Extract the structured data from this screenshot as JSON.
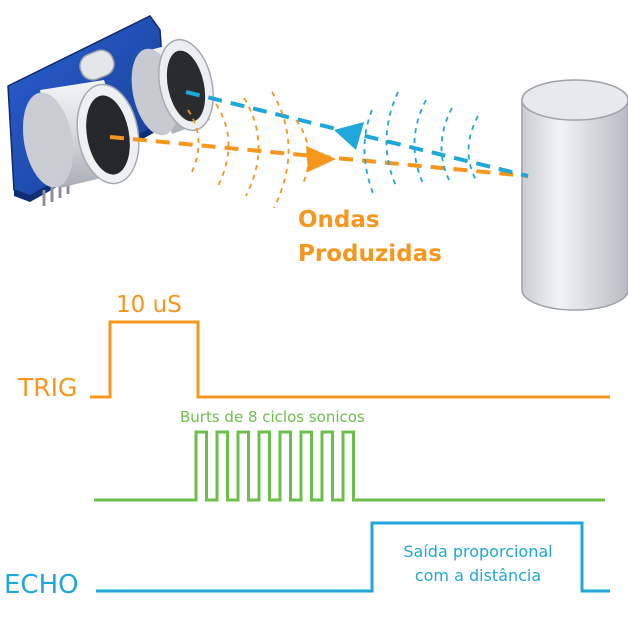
{
  "illustration": {
    "waves_label_line1": "Ondas",
    "waves_label_line2": "Produzidas",
    "colors": {
      "board": "#1f4fb5",
      "transducer": "#d6d9df",
      "emitted_wave": "#f5961e",
      "reflected_wave": "#1ea7d8",
      "obstacle": "#dde0e5"
    }
  },
  "timing": {
    "trig": {
      "label": "TRIG",
      "pulse_label": "10 uS",
      "color": "#f5961e"
    },
    "burst": {
      "label": "Burts de 8 ciclos sonicos",
      "cycles": 8,
      "color": "#6cbf4a"
    },
    "echo": {
      "label": "ECHO",
      "pulse_label_line1": "Saída proporcional",
      "pulse_label_line2": "com a distância",
      "color": "#1ea7d8"
    }
  }
}
